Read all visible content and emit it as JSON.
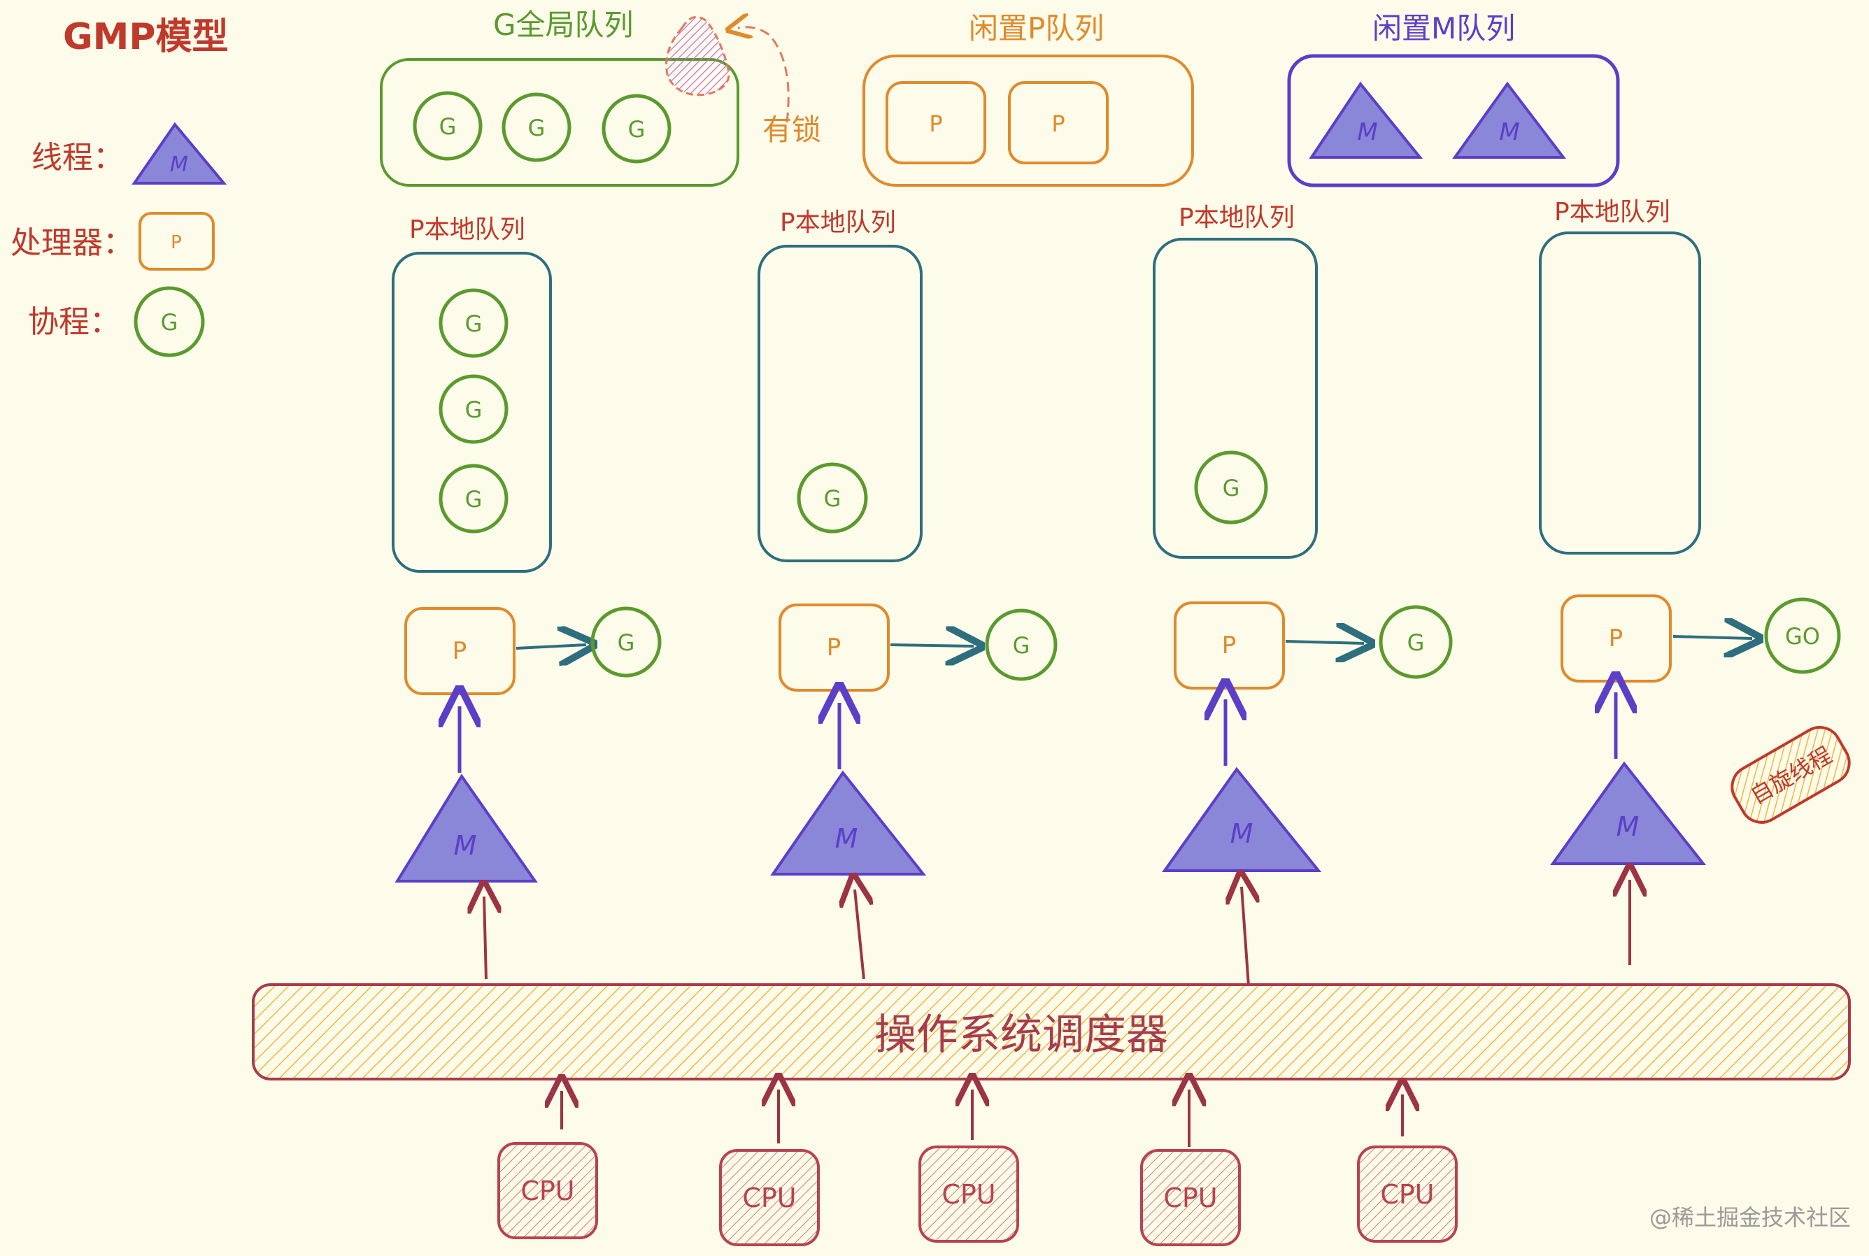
{
  "title": "GMP模型",
  "legend": {
    "thread_label": "线程：",
    "processor_label": "处理器：",
    "coroutine_label": "协程："
  },
  "glyphs": {
    "m": "M",
    "p": "P",
    "g": "G",
    "go": "GO"
  },
  "global_queue": {
    "label": "G全局队列",
    "g_count": 3,
    "lock_label": "有锁"
  },
  "idle_p_queue": {
    "label": "闲置P队列",
    "p_count": 2
  },
  "idle_m_queue": {
    "label": "闲置M队列",
    "m_count": 2
  },
  "columns": [
    {
      "local_queue_label": "P本地队列",
      "queued_g": 3,
      "running": "G"
    },
    {
      "local_queue_label": "P本地队列",
      "queued_g": 1,
      "running": "G"
    },
    {
      "local_queue_label": "P本地队列",
      "queued_g": 1,
      "running": "G"
    },
    {
      "local_queue_label": "P本地队列",
      "queued_g": 0,
      "running": "GO",
      "m_state": "自旋线程"
    }
  ],
  "scheduler": {
    "label": "操作系统调度器"
  },
  "cpus": {
    "label": "CPU",
    "count": 5
  },
  "watermark": "@稀土掘金技术社区",
  "colors": {
    "title": "#c0392b",
    "legend_text": "#c0392b",
    "g_green": "#5b9a2e",
    "p_orange": "#e08a2c",
    "m_purple": "#5b3fc8",
    "m_fill": "#8a86d8",
    "local_queue": "#2e6e7e",
    "scheduler_border": "#a83c4a",
    "scheduler_hatch": "#f2b740",
    "cpu_red": "#b8434e",
    "cpu_fill": "#e79a98",
    "arrow_red": "#9c3346",
    "watermark": "#9a9a9a"
  }
}
